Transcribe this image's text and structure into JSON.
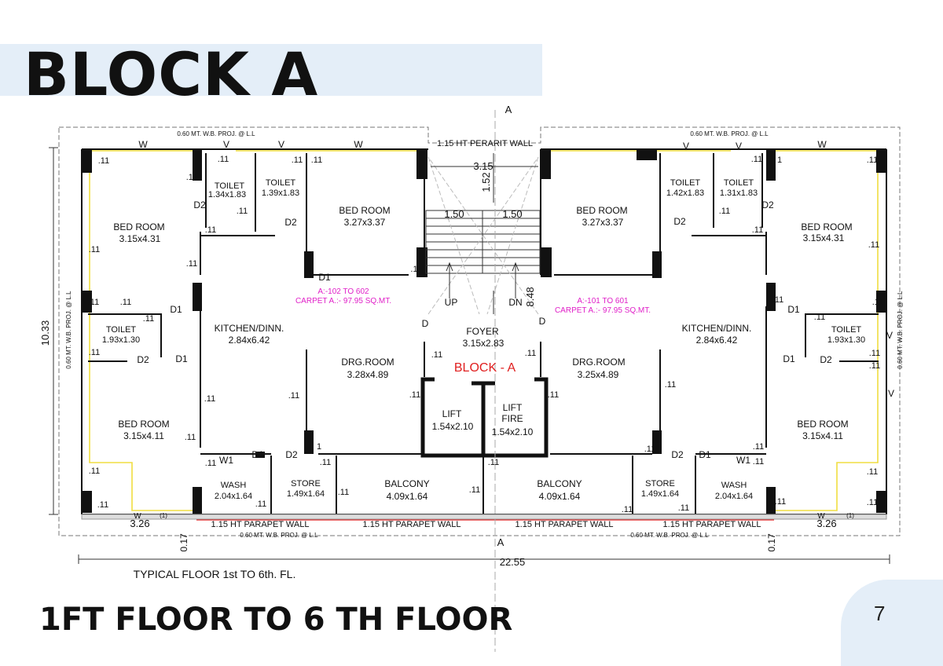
{
  "page": {
    "title": "BLOCK A",
    "subtitle": "1FT FLOOR TO 6 TH FLOOR",
    "page_number": "7",
    "accent_wash": "#e4eef8"
  },
  "plan": {
    "block_label": "BLOCK - A",
    "section_mark": "A",
    "typical_floor": "TYPICAL FLOOR 1st TO 6th. FL.",
    "overall_width": "22.55",
    "overall_height": "10.33",
    "side_offset": "3.26",
    "edge_offset": "0.17",
    "proj_note": "0.60 MT. W.B. PROJ. @ L.L",
    "proj_note_side": "0.60 MT. W.B. PROJ. @ L.L",
    "perarit_wall": "1.15 HT PERARIT WALL",
    "parapet_wall": "1.15 HT PARAPET WALL",
    "stair_width": "3.15",
    "stair_depth": "1.52",
    "flight_left": "1.50",
    "flight_right": "1.50",
    "stair_height": "8.48",
    "stair_up": "UP",
    "stair_dn": "DN",
    "wall_thk": ".11",
    "note_1": "(1)",
    "door_d": "D",
    "door_d1": "D1",
    "door_d2": "D2",
    "win_w": "W",
    "win_w1": "W1",
    "win_v": "V",
    "stair_wall": ".1",
    "thin_wall": "1",
    "left_unit": "A:-102 TO 602",
    "left_carpet": "CARPET A.:- 97.95 SQ.MT.",
    "right_unit": "A:-101 TO 601",
    "right_carpet": "CARPET A.:- 97.95 SQ.MT.",
    "colors": {
      "accent_red": "#e02020",
      "accent_magenta": "#e020c8",
      "wall": "#111111",
      "hatch": "#f0dd40"
    }
  },
  "rooms": {
    "bed_room": "BED ROOM",
    "toilet": "TOILET",
    "kitchen": "KITCHEN/DINN.",
    "drg_room": "DRG.ROOM",
    "foyer": "FOYER",
    "lift": "LIFT",
    "lift_fire": "LIFT\nFIRE",
    "wash": "WASH",
    "store": "STORE",
    "balcony": "BALCONY",
    "sizes": {
      "bed_tl": "3.15x4.31",
      "toilet_a": "1.34x1.83",
      "toilet_b": "1.39x1.83",
      "bed_tm": "3.27x3.37",
      "bed_tr_m": "3.27x3.37",
      "toilet_c": "1.42x1.83",
      "toilet_d": "1.31x1.83",
      "bed_tr": "3.15x4.31",
      "toilet_l": "1.93x1.30",
      "kitchen_l": "2.84x6.42",
      "drg_l": "3.28x4.89",
      "foyer": "3.15x2.83",
      "drg_r": "3.25x4.89",
      "kitchen_r": "2.84x6.42",
      "toilet_r": "1.93x1.30",
      "bed_bl": "3.15x4.11",
      "lift": "1.54x2.10",
      "lift_fire": "1.54x2.10",
      "bed_br": "3.15x4.11",
      "wash_l": "2.04x1.64",
      "store_l": "1.49x1.64",
      "balcony_l": "4.09x1.64",
      "balcony_r": "4.09x1.64",
      "store_r": "1.49x1.64",
      "wash_r": "2.04x1.64"
    }
  }
}
